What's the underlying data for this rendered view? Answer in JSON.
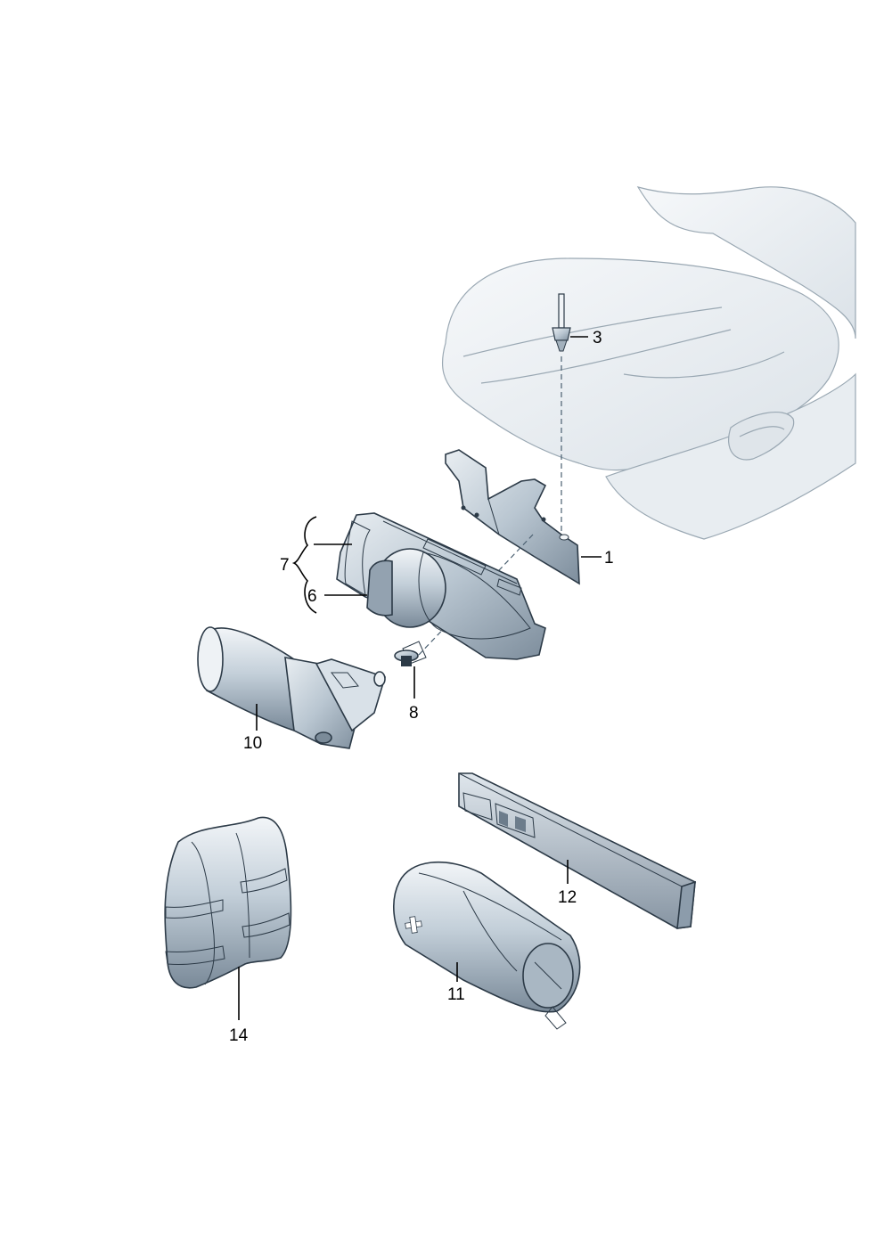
{
  "callouts": {
    "c1": "1",
    "c3": "3",
    "c6": "6",
    "c7": "7",
    "c8": "8",
    "c10": "10",
    "c11": "11",
    "c12": "12",
    "c14": "14"
  },
  "colors": {
    "part_fill": "#c7d2db",
    "part_shadow": "#8c9cab",
    "part_light": "#e6ecf1",
    "seat_fill": "#eef2f5",
    "outline": "#2c3a47"
  }
}
